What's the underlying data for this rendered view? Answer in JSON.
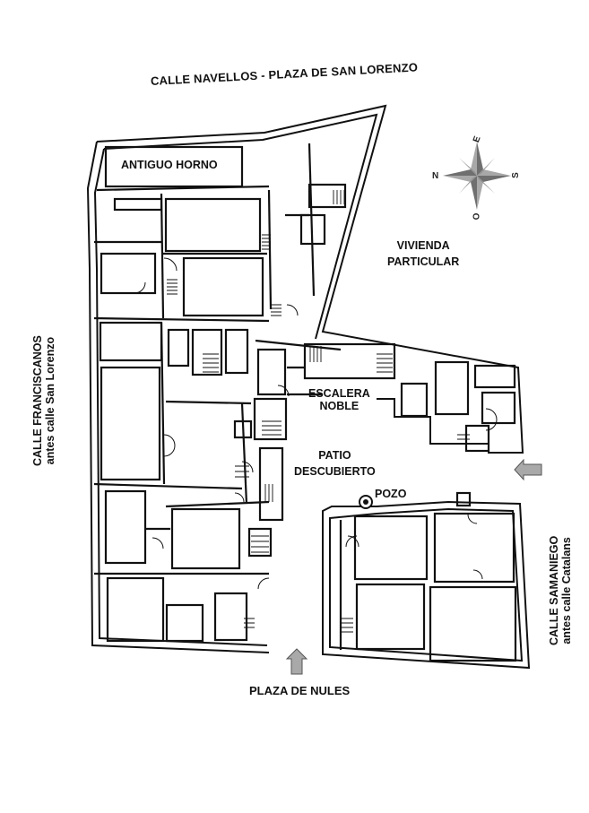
{
  "streets": {
    "top": "CALLE NAVELLOS   - PLAZA DE SAN LORENZO",
    "bottom": "PLAZA DE NULES",
    "left_line1": "CALLE FRANCISCANOS",
    "left_line2": "antes calle San Lorenzo",
    "right_line1": "CALLE SAMANIEGO",
    "right_line2": "antes calle Catalans"
  },
  "rooms": {
    "antiguo_horno": "ANTIGUO HORNO",
    "vivienda_line1": "VIVIENDA",
    "vivienda_line2": "PARTICULAR",
    "escalera_line1": "ESCALERA",
    "escalera_line2": "NOBLE",
    "patio_line1": "PATIO",
    "patio_line2": "DESCUBIERTO",
    "pozo": "POZO"
  },
  "compass": {
    "north": "N",
    "east": "E",
    "south": "S",
    "west": "O"
  },
  "colors": {
    "wall": "#111111",
    "compass": "#8a8a8a",
    "entrance_arrow": "#a9a9a9"
  },
  "icons": {
    "entrance": "arrow-icon",
    "compass": "compass-rose-icon",
    "well": "well-icon"
  }
}
